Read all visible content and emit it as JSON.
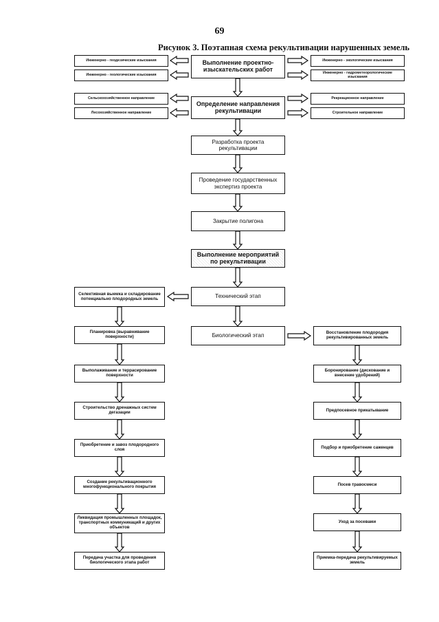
{
  "page_number": "69",
  "figure_title": "Рисунок 3. Поэтапная схема рекультивации нарушенных земель",
  "main_flow": [
    "Выполнение проектно-изыскательских работ",
    "Определение направления рекультивации",
    "Разработка проекта рекультивации",
    "Проведение государственных экспертиз проекта",
    "Закрытие полигона",
    "Выполнение мероприятий по рекультивации",
    "Технический этап",
    "Биологический этап"
  ],
  "survey_left": [
    "Инженерно - геодезические изыскания",
    "Инженерно - геологические изыскания"
  ],
  "survey_right": [
    "Инженерно - экологические изыскания",
    "Инженерно - гидрометеорологические изыскания"
  ],
  "direction_left": [
    "Сельскохозяйственное направление",
    "Лесохозяйственное направление"
  ],
  "direction_right": [
    "Рекреационное направление",
    "Строительное направление"
  ],
  "technical_steps": [
    "Селективная выемка и складирование потенциально плодородных земель",
    "Планировка (выравнивание поверхности)",
    "Выполаживание и террасирование поверхности",
    "Строительство дренажных систем дегазации",
    "Приобретение и завоз плодородного слоя",
    "Создание рекультивационного многофункционального покрытия",
    "Ликвидация промышленных площадок, транспортных коммуникаций и других объектов",
    "Передача участка для проведения биологического этапа работ"
  ],
  "biological_steps": [
    "Восстановление плодородия рекультивированных земель",
    "Боронирование (дискование и внесение удобрений)",
    "Предпосевное прикатывание",
    "Подбор и приобретение саженцев",
    "Посев травосмеси",
    "Уход за посевами",
    "Приемка-передача рекультивируемых земель"
  ]
}
